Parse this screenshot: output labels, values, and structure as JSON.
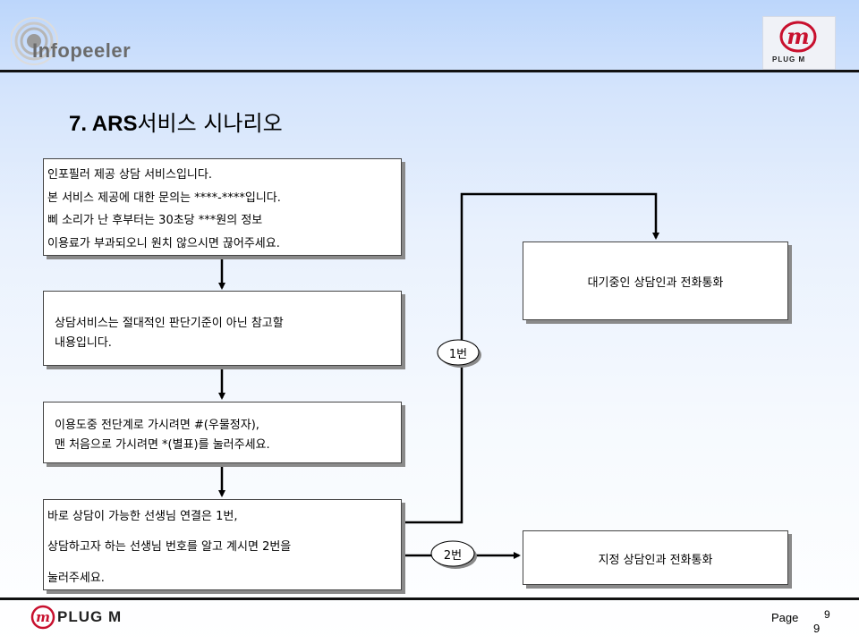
{
  "header": {
    "brand": "Infopeeler",
    "plugm_label": "PLUG M"
  },
  "title": {
    "number": "7. ARS",
    "text": "서비스 시나리오"
  },
  "boxes": {
    "intro": {
      "lines": [
        "인포필러 제공 상담 서비스입니다.",
        "본 서비스 제공에 대한 문의는 ****-****입니다.",
        "삐 소리가 난 후부터는 30초당 ***원의 정보",
        "이용료가 부과되오니 원치 않으시면 끊어주세요."
      ]
    },
    "notice": {
      "lines": [
        "상담서비스는 절대적인 판단기준이 아닌 참고할",
        "내용입니다."
      ]
    },
    "navigation": {
      "lines": [
        "이용도중 전단계로 가시려면 #(우물정자),",
        "맨 처음으로 가시려면 *(별표)를 눌러주세요."
      ]
    },
    "select": {
      "lines": [
        "바로 상담이 가능한 선생님 연결은 1번,",
        "상담하고자 하는 선생님 번호를 알고 계시면  2번을",
        "눌러주세요."
      ]
    },
    "waiting": {
      "label": "대기중인 상담인과 전화통화"
    },
    "designated": {
      "label": "지정 상담인과 전화통화"
    }
  },
  "options": {
    "one": "1번",
    "two": "2번"
  },
  "footer": {
    "brand": "PLUG M",
    "page_label": "Page",
    "page_number_small": "9",
    "page_number": "9"
  },
  "colors": {
    "background_top": "#bcd6fb",
    "background_bottom": "#ffffff",
    "rule": "#111111",
    "plugm_red": "#c8102e",
    "box_shadow": "#8a8a8a"
  },
  "icons": [
    "infopeeler-logo-icon",
    "plugm-logo-icon",
    "plugm-footer-icon"
  ]
}
